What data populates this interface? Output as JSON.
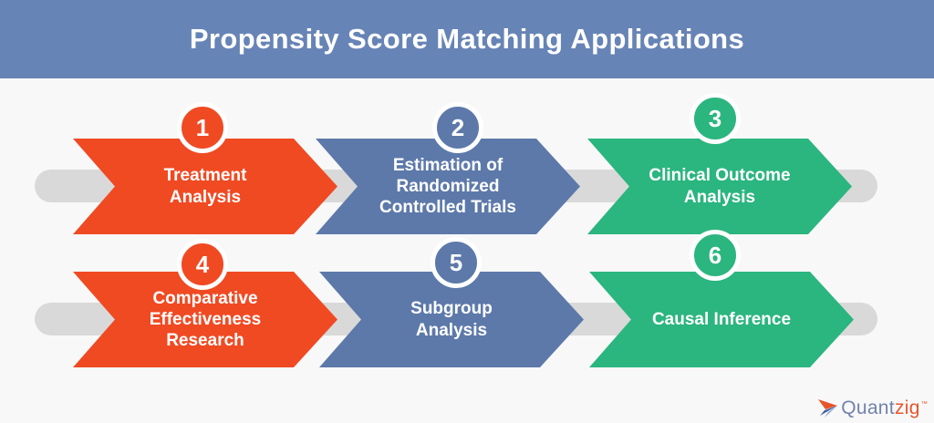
{
  "header": {
    "title": "Propensity Score Matching Applications"
  },
  "steps": [
    {
      "number": "1",
      "label": "Treatment\nAnalysis",
      "color": "#f04a23"
    },
    {
      "number": "2",
      "label": "Estimation of\nRandomized\nControlled Trials",
      "color": "#5d79aa"
    },
    {
      "number": "3",
      "label": "Clinical Outcome\nAnalysis",
      "color": "#2bb57f"
    },
    {
      "number": "4",
      "label": "Comparative\nEffectiveness\nResearch",
      "color": "#f04a23"
    },
    {
      "number": "5",
      "label": "Subgroup\nAnalysis",
      "color": "#5d79aa"
    },
    {
      "number": "6",
      "label": "Causal Inference",
      "color": "#2bb57f"
    }
  ],
  "brand": {
    "primary": "Quant",
    "accent": "zig",
    "trademark": "™"
  },
  "colors": {
    "header_bg": "#6784b6",
    "background": "#f8f8f8",
    "connector": "#d9d9d9",
    "orange": "#f04a23",
    "blue": "#5d79aa",
    "green": "#2bb57f",
    "label_text": "#ffffff",
    "brand_primary": "#7282ad",
    "brand_accent": "#e8562d"
  }
}
